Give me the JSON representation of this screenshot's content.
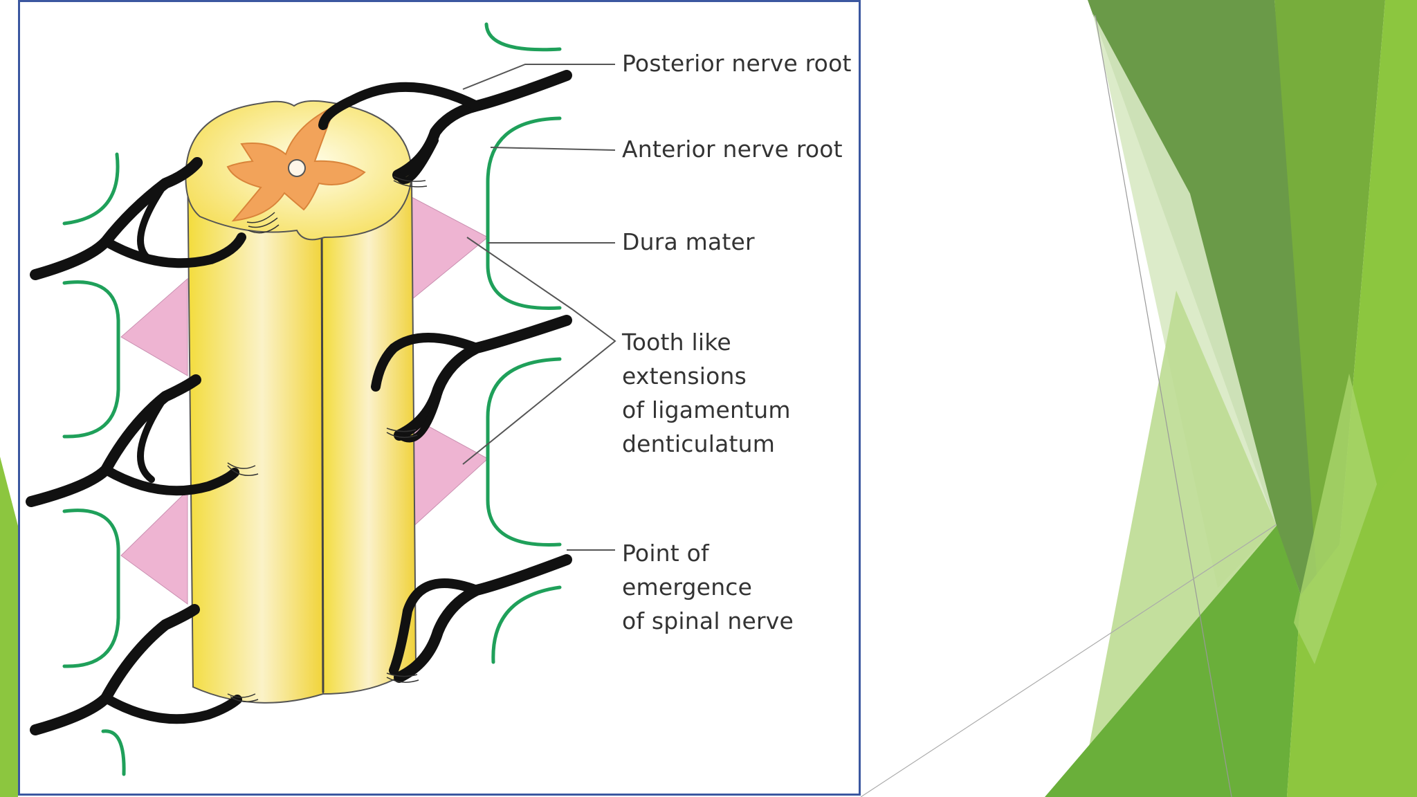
{
  "labels": {
    "posterior_nerve_root": "Posterior nerve root",
    "anterior_nerve_root": "Anterior nerve root",
    "dura_mater": "Dura mater",
    "tooth_like": [
      "Tooth like",
      "extensions",
      "of ligamentum",
      "denticulatum"
    ],
    "point_of_emergence": [
      "Point of",
      "emergence",
      "of spinal nerve"
    ]
  },
  "colors": {
    "frame_border": "#3b57a0",
    "cord_yellow": "#f5e04a",
    "grey_matter": "#f2a35a",
    "dura_green": "#1fa05a",
    "ligament_pink": "#eeb4d2",
    "nerve_black": "#111111",
    "theme_green_dark": "#6e9a48",
    "theme_green_light": "#8cc63f"
  }
}
